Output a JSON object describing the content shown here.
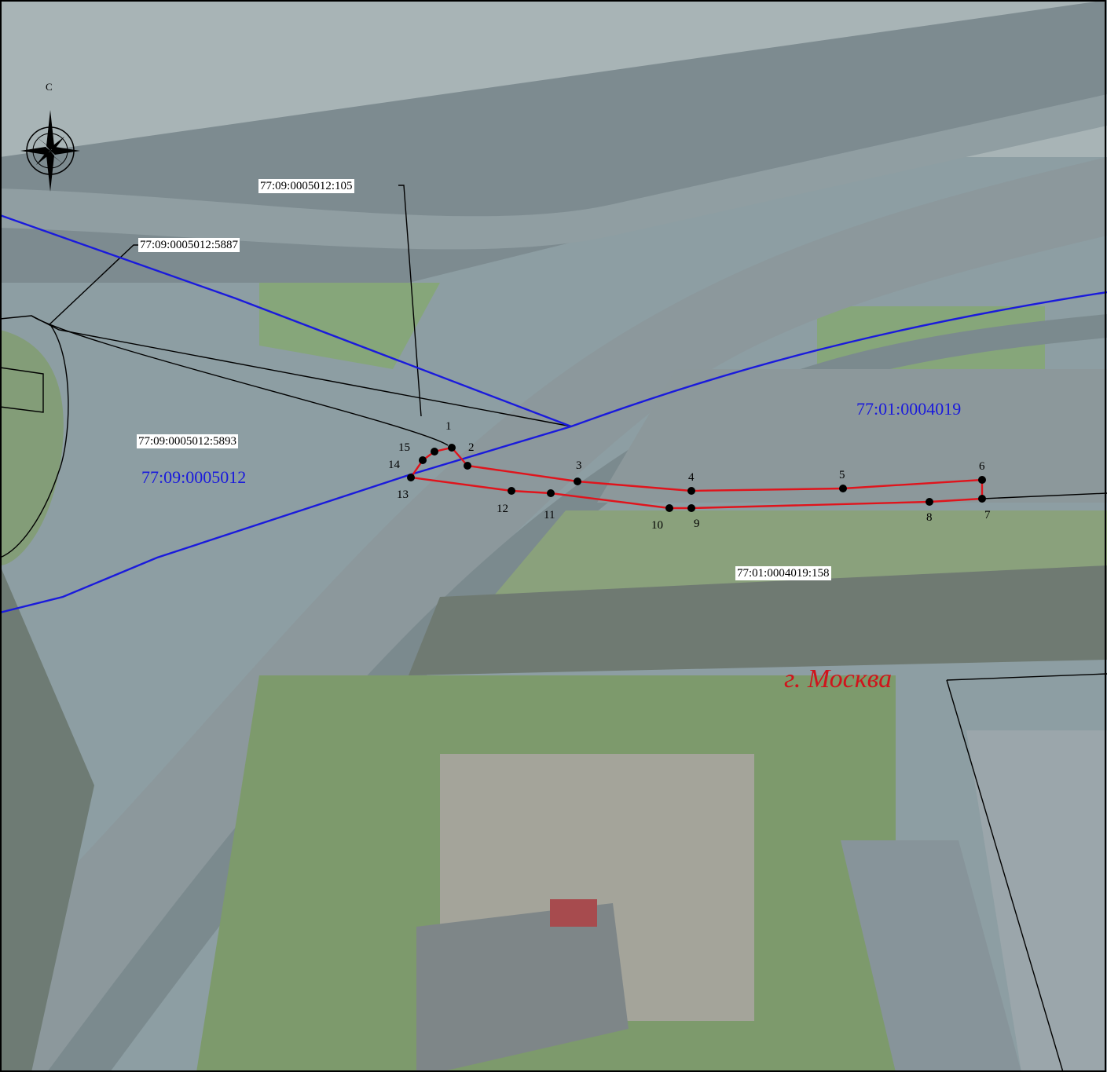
{
  "parcels": {
    "p105": "77:09:0005012:105",
    "p5887": "77:09:0005012:5887",
    "p5893": "77:09:0005012:5893",
    "p158": "77:01:0004019:158"
  },
  "quarters": {
    "left": "77:09:0005012",
    "right": "77:01:0004019"
  },
  "city": "г. Москва",
  "north_label": "С",
  "points": [
    {
      "n": "1"
    },
    {
      "n": "2"
    },
    {
      "n": "3"
    },
    {
      "n": "4"
    },
    {
      "n": "5"
    },
    {
      "n": "6"
    },
    {
      "n": "7"
    },
    {
      "n": "8"
    },
    {
      "n": "9"
    },
    {
      "n": "10"
    },
    {
      "n": "11"
    },
    {
      "n": "12"
    },
    {
      "n": "13"
    },
    {
      "n": "14"
    },
    {
      "n": "15"
    }
  ],
  "colors": {
    "boundary_red": "#e0141c",
    "quarter_blue": "#1a1adc",
    "parcel_black": "#000000",
    "city_red": "#d0141c"
  }
}
